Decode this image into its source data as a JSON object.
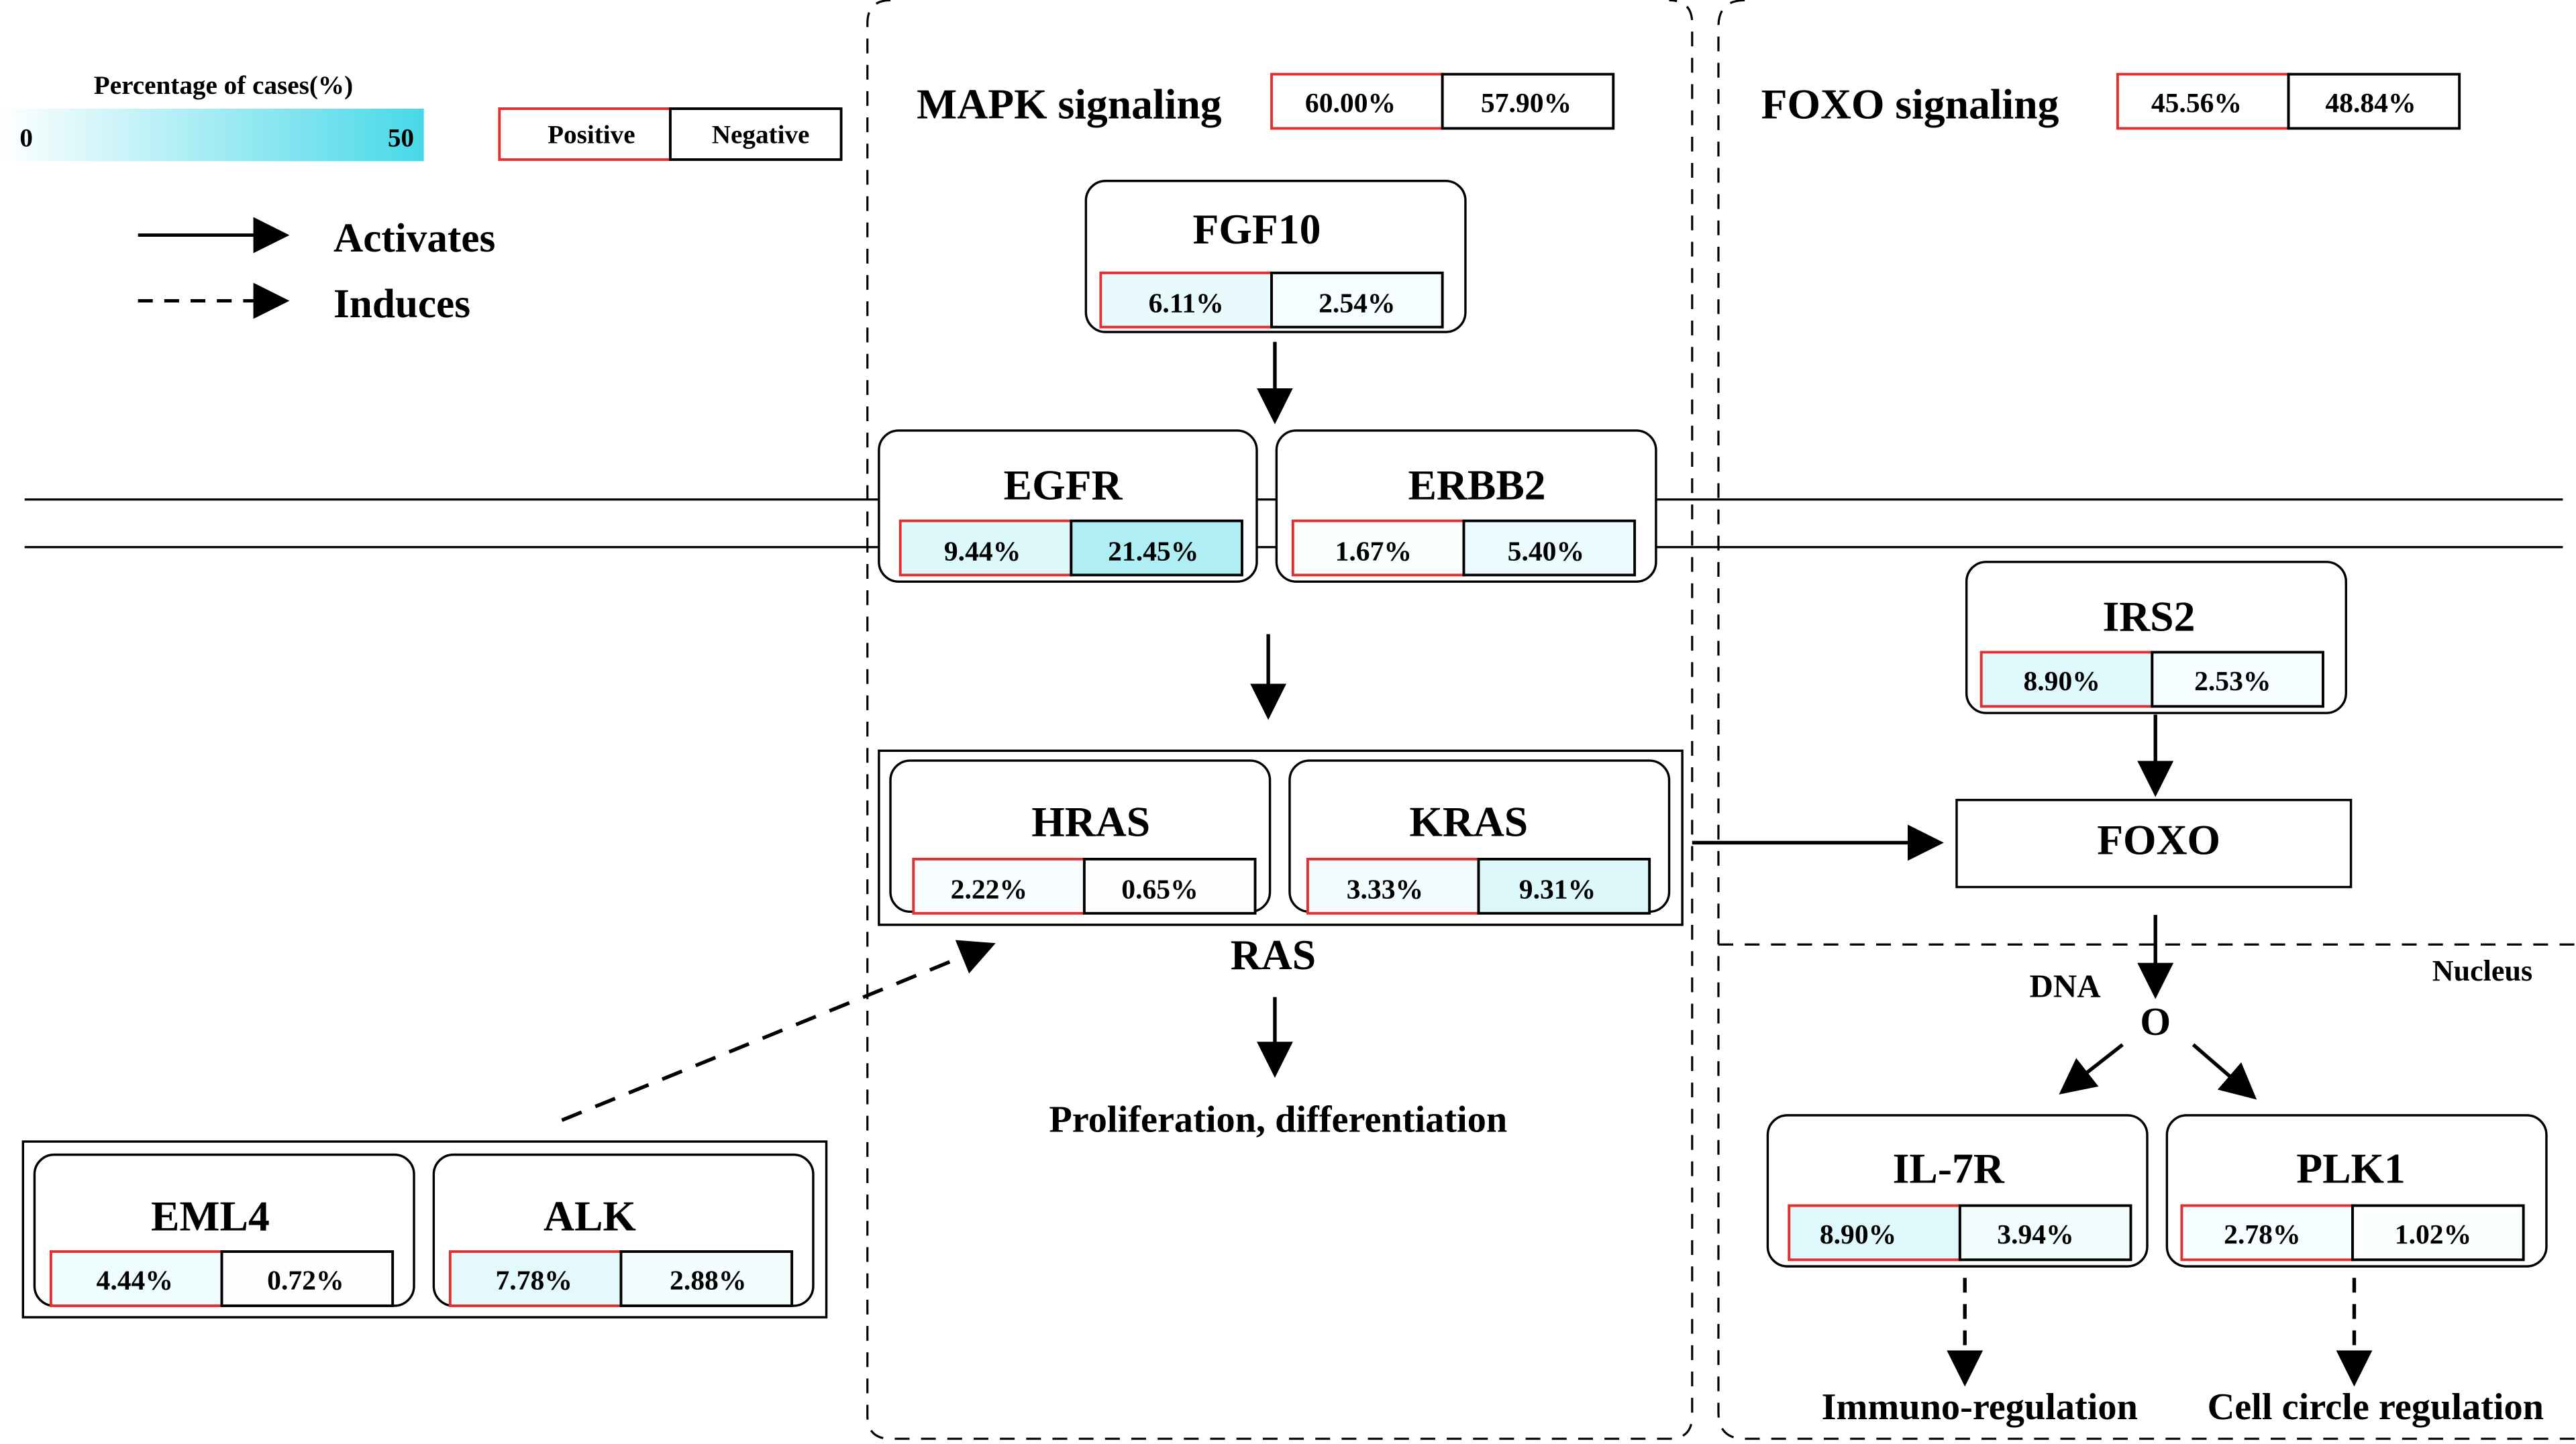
{
  "legend": {
    "scale_title": "Percentage of cases(%)",
    "scale_min": "0",
    "scale_max": "50",
    "positive_label": "Positive",
    "negative_label": "Negative",
    "activates_label": "Activates",
    "induces_label": "Induces",
    "scale_color_min": "#ffffff",
    "scale_color_max": "#48d8e8",
    "positive_border_color": "#e03030",
    "negative_border_color": "#000000"
  },
  "pathways": {
    "mapk": {
      "title": "MAPK signaling",
      "positive": "60.00%",
      "negative": "57.90%"
    },
    "foxo": {
      "title": "FOXO signaling",
      "positive": "45.56%",
      "negative": "48.84%"
    }
  },
  "genes": {
    "fgf10": {
      "name": "FGF10",
      "positive": "6.11%",
      "negative": "2.54%",
      "positive_value": 6.11,
      "negative_value": 2.54
    },
    "egfr": {
      "name": "EGFR",
      "positive": "9.44%",
      "negative": "21.45%",
      "positive_value": 9.44,
      "negative_value": 21.45
    },
    "erbb2": {
      "name": "ERBB2",
      "positive": "1.67%",
      "negative": "5.40%",
      "positive_value": 1.67,
      "negative_value": 5.4
    },
    "hras": {
      "name": "HRAS",
      "positive": "2.22%",
      "negative": "0.65%",
      "positive_value": 2.22,
      "negative_value": 0.65
    },
    "kras": {
      "name": "KRAS",
      "positive": "3.33%",
      "negative": "9.31%",
      "positive_value": 3.33,
      "negative_value": 9.31
    },
    "irs2": {
      "name": "IRS2",
      "positive": "8.90%",
      "negative": "2.53%",
      "positive_value": 8.9,
      "negative_value": 2.53
    },
    "eml4": {
      "name": "EML4",
      "positive": "4.44%",
      "negative": "0.72%",
      "positive_value": 4.44,
      "negative_value": 0.72
    },
    "alk": {
      "name": "ALK",
      "positive": "7.78%",
      "negative": "2.88%",
      "positive_value": 7.78,
      "negative_value": 2.88
    },
    "il7r": {
      "name": "IL-7R",
      "positive": "8.90%",
      "negative": "3.94%",
      "positive_value": 8.9,
      "negative_value": 3.94
    },
    "plk1": {
      "name": "PLK1",
      "positive": "2.78%",
      "negative": "1.02%",
      "positive_value": 2.78,
      "negative_value": 1.02
    }
  },
  "labels": {
    "ras": "RAS",
    "proliferation": "Proliferation, differentiation",
    "foxo": "FOXO",
    "dna": "DNA",
    "nucleus": "Nucleus",
    "dna_node": "O",
    "immuno": "Immuno-regulation",
    "cell_circle": "Cell circle regulation"
  }
}
